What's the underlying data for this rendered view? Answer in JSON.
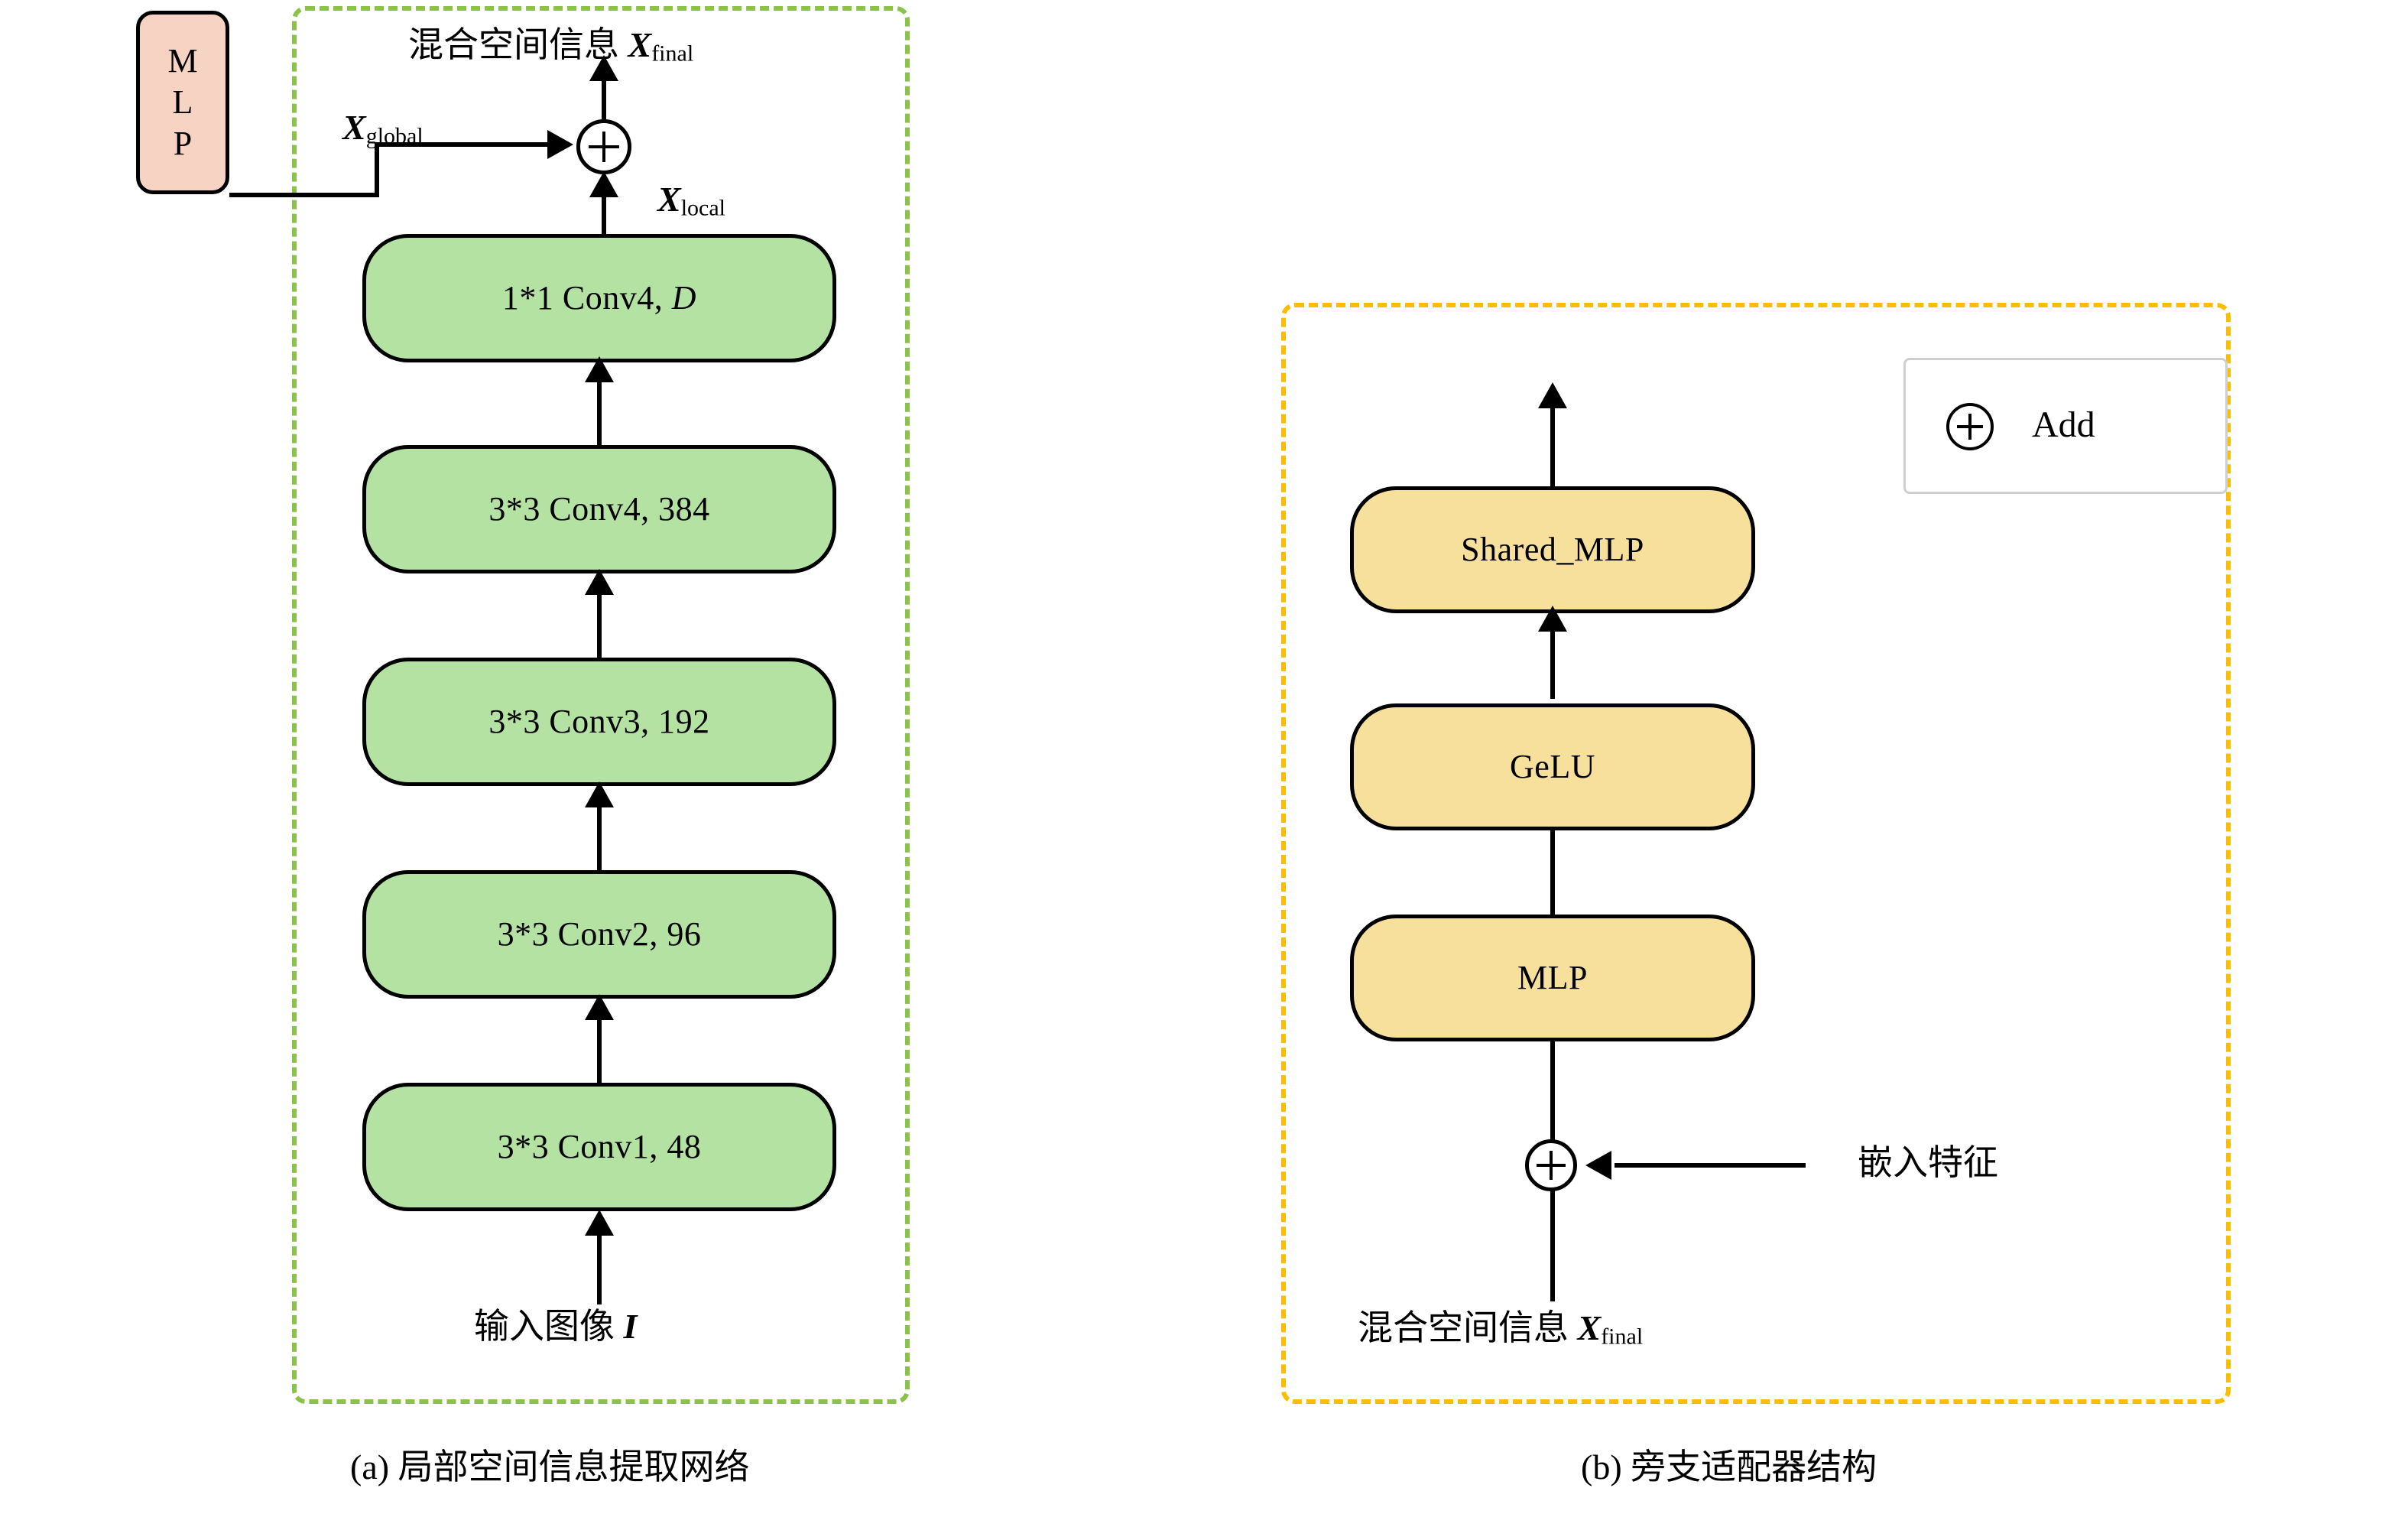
{
  "figure": {
    "panels": [
      {
        "id": "a",
        "caption": "(a) 局部空间信息提取网络",
        "top_label_cjk": "混合空间信息 ",
        "top_label_var": "X",
        "top_label_sub": "final",
        "global_label_var": "X",
        "global_label_sub": "global",
        "local_label_var": "X",
        "local_label_sub": "local",
        "input_label_cjk": "输入图像 ",
        "input_label_var": "I",
        "mlp_letters": [
          "M",
          "L",
          "P"
        ],
        "blocks": [
          {
            "label": "1*1 Conv4, ",
            "italic_suffix": "D",
            "color": "#b4e2a2"
          },
          {
            "label": "3*3 Conv4, 384",
            "italic_suffix": "",
            "color": "#b4e2a2"
          },
          {
            "label": "3*3 Conv3, 192",
            "italic_suffix": "",
            "color": "#b4e2a2"
          },
          {
            "label": "3*3 Conv2, 96",
            "italic_suffix": "",
            "color": "#b4e2a2"
          },
          {
            "label": "3*3 Conv1, 48",
            "italic_suffix": "",
            "color": "#b4e2a2"
          }
        ],
        "frame_color": "#8bc34a",
        "frame_style": "dashed"
      },
      {
        "id": "b",
        "caption": "(b) 旁支适配器结构",
        "bottom_label_cjk": "混合空间信息 ",
        "bottom_label_var": "X",
        "bottom_label_sub": "final",
        "side_input_label": "嵌入特征",
        "blocks": [
          {
            "label": "Shared_MLP",
            "color": "#f7e09c"
          },
          {
            "label": "GeLU",
            "color": "#f7e09c"
          },
          {
            "label": "MLP",
            "color": "#f7e09c"
          }
        ],
        "frame_color": "#fbbc04",
        "frame_style": "dashed"
      }
    ],
    "legend": {
      "icon": "plus-circle-icon",
      "label": "Add"
    },
    "colors": {
      "green_fill": "#b4e2a2",
      "yellow_fill": "#f7e09c",
      "pink_fill": "#f7d3c3",
      "green_dash": "#8bc34a",
      "yellow_dash": "#fbbc04",
      "stroke": "#000000",
      "background": "#ffffff"
    }
  }
}
